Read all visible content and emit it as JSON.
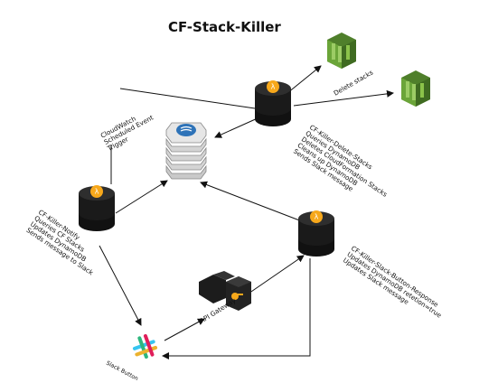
{
  "title": "CF-Stack-Killer",
  "nodes": {
    "cloudwatch": {
      "lines": [
        "CloudWatch",
        "Scheduled Event",
        "Trigger"
      ]
    },
    "delete_lambda": {
      "lines": [
        "CF-Killer-Delete-Stacks",
        "Queries DynamoDB",
        "Deletes CloudFormation Stacks",
        "Cleans up DynamoDB",
        "Sends Slack message"
      ]
    },
    "notify_lambda": {
      "lines": [
        "CF-Killer-Notify",
        "Queries CF Stacks",
        "Updates DynamoDB",
        "Sends message to Slack"
      ]
    },
    "response_lambda": {
      "lines": [
        "CF-Killer-Slack-Button-Response",
        "Updates DynamoDB retetion=true",
        "Updates Slack message"
      ]
    },
    "delete_stacks": {
      "label": "Delete stacks"
    },
    "api_gateway": {
      "label": "API Gateway"
    },
    "slack_button": {
      "label": "Slack Button"
    }
  },
  "icons": {
    "lambda": "lambda-icon",
    "dynamodb": "dynamodb-icon",
    "cloudformation": "cloudformation-icon",
    "api_gateway": "api-gateway-icon",
    "slack": "slack-icon"
  },
  "colors": {
    "lambda_orange": "#F7A81B",
    "stack_dark": "#2b2b2b",
    "cf_green": "#6BA539",
    "dynamo_blue": "#2E73B8",
    "slack_teal": "#36C5F0",
    "slack_green": "#2EB67D",
    "slack_yellow": "#ECB22E",
    "slack_red": "#E01E5A"
  }
}
